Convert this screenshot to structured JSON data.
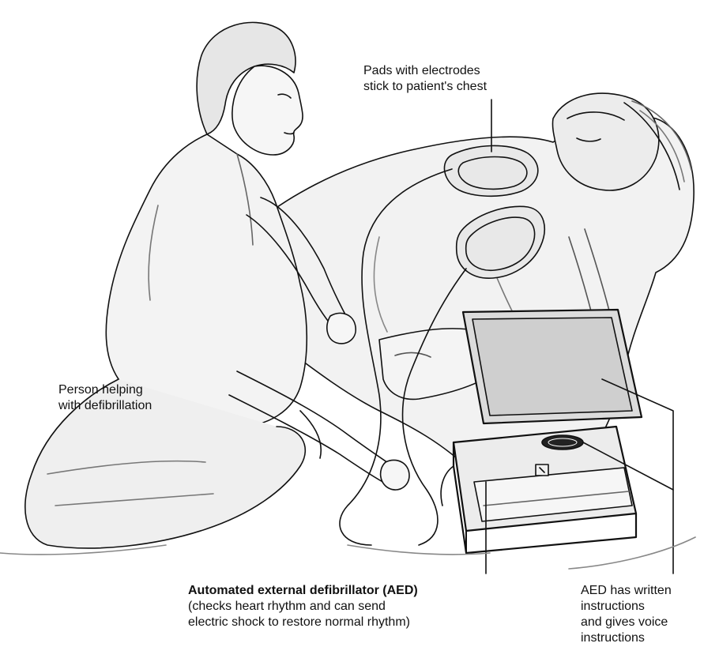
{
  "labels": {
    "pads": {
      "line1": "Pads with electrodes",
      "line2": "stick to patient's chest"
    },
    "person": {
      "line1": "Person helping",
      "line2": "with defibrillation"
    },
    "aed": {
      "title": "Automated external defibrillator (AED)",
      "line2": "(checks heart rhythm and can send",
      "line3": "electric shock to restore normal rhythm)"
    },
    "instructions": {
      "line1": "AED has written",
      "line2": "instructions",
      "line3": "and gives voice",
      "line4": "instructions"
    }
  },
  "colors": {
    "ink": "#111111",
    "shade": "#d9d9d9",
    "screen": "#cfcfcf",
    "background": "#ffffff"
  }
}
